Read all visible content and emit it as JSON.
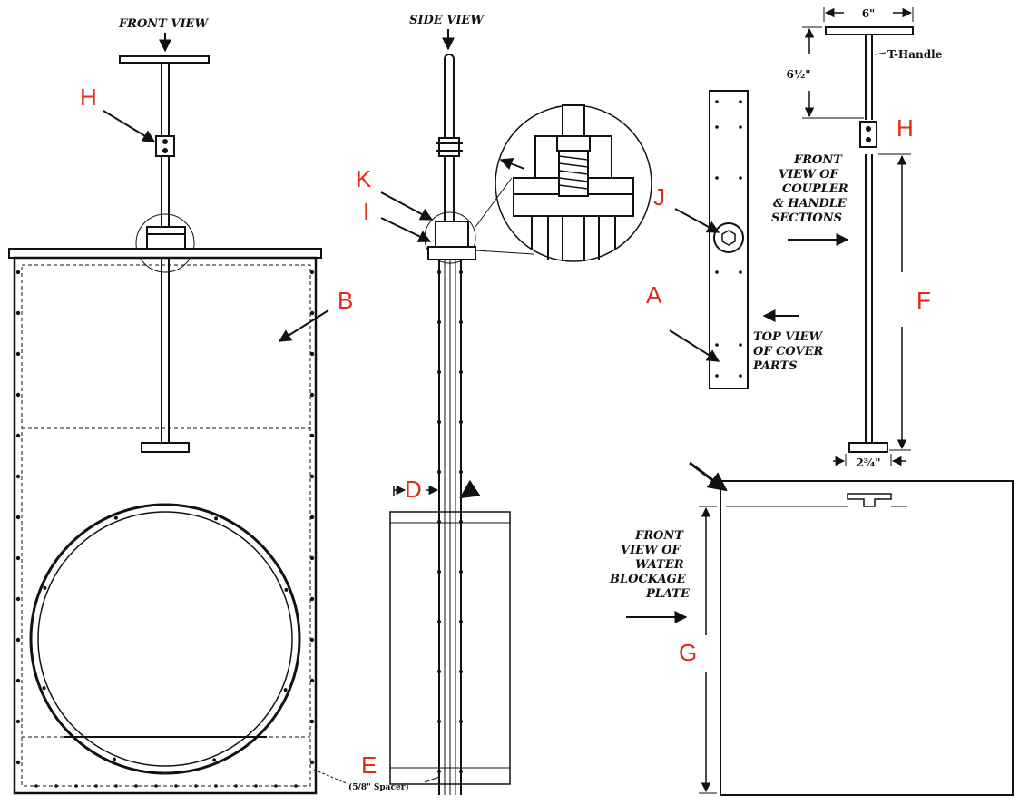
{
  "views": {
    "front_view": "FRONT VIEW",
    "side_view": "SIDE VIEW"
  },
  "captions": {
    "coupler": [
      "FRONT",
      "VIEW OF",
      "COUPLER",
      "& HANDLE",
      "SECTIONS"
    ],
    "cover": [
      "TOP VIEW",
      "OF COVER",
      "PARTS"
    ],
    "plate": [
      "FRONT",
      "VIEW OF",
      "WATER",
      "BLOCKAGE",
      "PLATE"
    ]
  },
  "dimensions": {
    "handle_width": "6\"",
    "handle_height": "6½\"",
    "t_handle": "T-Handle",
    "foot_width": "2¾\"",
    "spacer": "(5/8\" Spacer)"
  },
  "labels": {
    "a": "A",
    "b": "B",
    "d": "D",
    "e": "E",
    "f": "F",
    "g": "G",
    "h_front": "H",
    "h_right": "H",
    "i": "I",
    "j": "J",
    "k": "K"
  },
  "colors": {
    "label": "#e02a1a",
    "ink": "#111111"
  }
}
